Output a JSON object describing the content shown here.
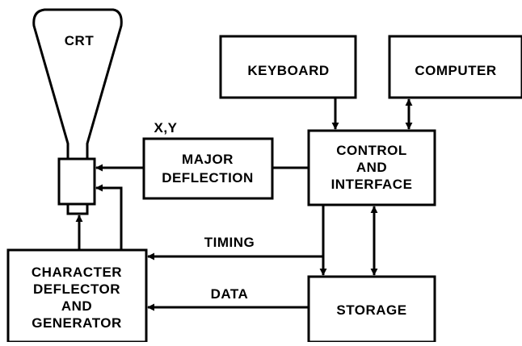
{
  "colors": {
    "ink": "#000000",
    "background": "#ffffff"
  },
  "nodes": {
    "crt": "CRT",
    "keyboard": "KEYBOARD",
    "computer": "COMPUTER",
    "major_deflection": [
      "MAJOR",
      "DEFLECTION"
    ],
    "control_interface": [
      "CONTROL",
      "AND",
      "INTERFACE"
    ],
    "character_generator": [
      "CHARACTER",
      "DEFLECTOR",
      "AND",
      "GENERATOR"
    ],
    "storage": "STORAGE"
  },
  "edge_labels": {
    "xy": "X,Y",
    "timing": "TIMING",
    "data": "DATA"
  }
}
